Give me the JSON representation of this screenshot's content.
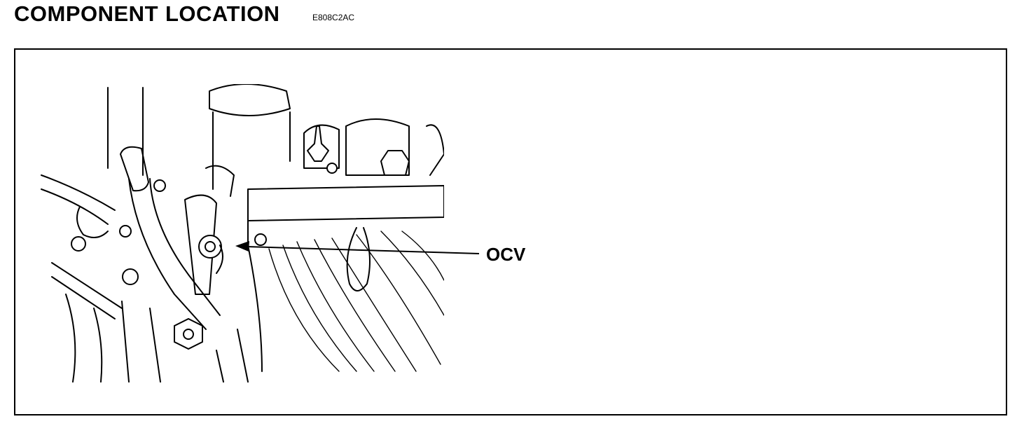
{
  "header": {
    "title_word1": "COMPONENT",
    "title_word2": "LOCATION",
    "code": "E808C2AC"
  },
  "figure": {
    "callout_label": "OCV"
  }
}
